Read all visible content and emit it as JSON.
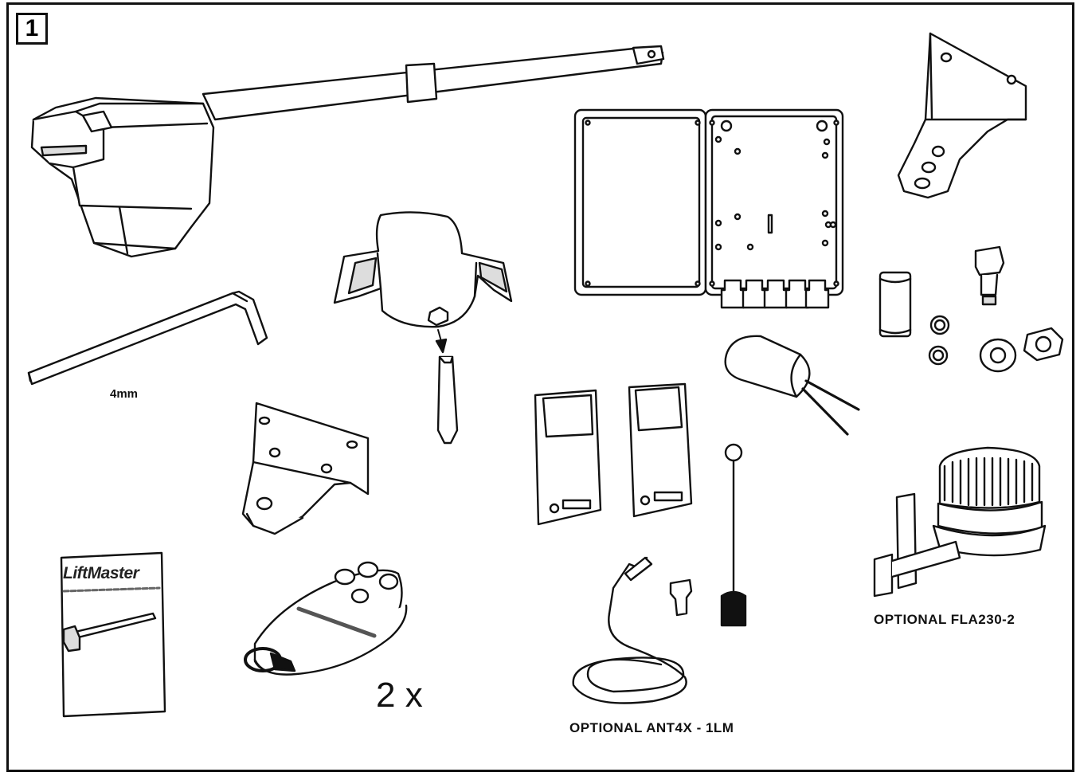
{
  "figure": {
    "number": "1",
    "labels": {
      "hex_key": "4mm",
      "remote_qty": "2 x",
      "antenna_option": "OPTIONAL  ANT4X - 1LM",
      "flashlight_option": "OPTIONAL  FLA230-2"
    },
    "manual_brand": "LiftMaster",
    "colors": {
      "line": "#111111",
      "fill": "#ffffff",
      "shade": "#dddddd"
    }
  }
}
